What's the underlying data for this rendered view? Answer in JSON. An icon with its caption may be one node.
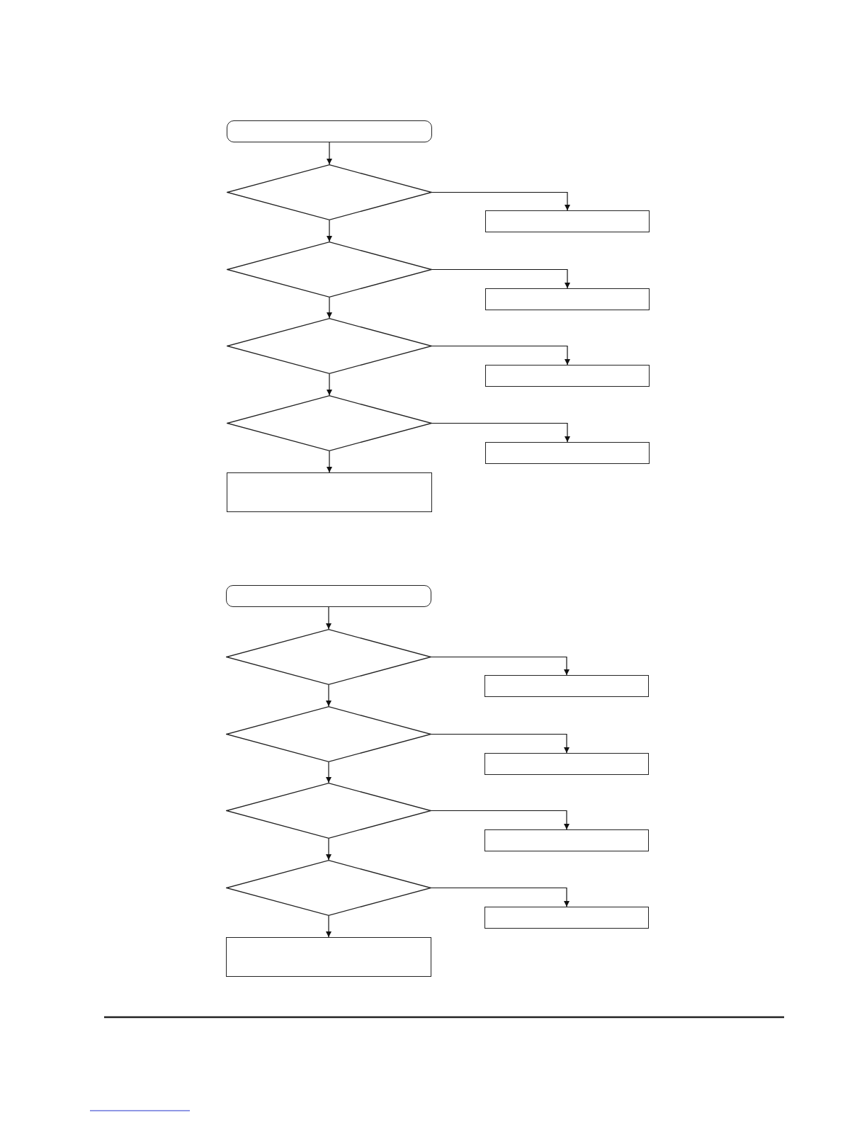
{
  "diagram": {
    "nodes": [
      {
        "text": [],
        "shape": "rounded"
      },
      {
        "text": [],
        "shape": "diamond"
      },
      {
        "text": [],
        "shape": "box"
      },
      {
        "text": [],
        "shape": "diamond"
      },
      {
        "text": [],
        "shape": "box"
      },
      {
        "text": [],
        "shape": "diamond"
      },
      {
        "text": [],
        "shape": "box"
      },
      {
        "text": [],
        "shape": "diamond"
      },
      {
        "text": [],
        "shape": "box"
      },
      {
        "text": [],
        "shape": "box"
      },
      {
        "text": [],
        "shape": "rounded"
      },
      {
        "text": [],
        "shape": "diamond"
      },
      {
        "text": [],
        "shape": "box"
      },
      {
        "text": [],
        "shape": "diamond"
      },
      {
        "text": [],
        "shape": "box"
      },
      {
        "text": [],
        "shape": "diamond"
      },
      {
        "text": [],
        "shape": "box"
      },
      {
        "text": [],
        "shape": "diamond"
      },
      {
        "text": [],
        "shape": "box"
      },
      {
        "text": [],
        "shape": "box"
      }
    ],
    "edges": [
      {
        "from": 0,
        "to": 1,
        "arrow": "to"
      },
      {
        "from": 1,
        "to": 2,
        "arrow": "to"
      },
      {
        "from": 1,
        "to": 3,
        "arrow": "to"
      },
      {
        "from": 3,
        "to": 4,
        "arrow": "to"
      },
      {
        "from": 3,
        "to": 5,
        "arrow": "to"
      },
      {
        "from": 5,
        "to": 6,
        "arrow": "to"
      },
      {
        "from": 5,
        "to": 7,
        "arrow": "to"
      },
      {
        "from": 7,
        "to": 8,
        "arrow": "to"
      },
      {
        "from": 7,
        "to": 9,
        "arrow": "to"
      },
      {
        "from": 10,
        "to": 11,
        "arrow": "to"
      },
      {
        "from": 11,
        "to": 12,
        "arrow": "to"
      },
      {
        "from": 11,
        "to": 13,
        "arrow": "to"
      },
      {
        "from": 13,
        "to": 14,
        "arrow": "to"
      },
      {
        "from": 13,
        "to": 15,
        "arrow": "to"
      },
      {
        "from": 15,
        "to": 16,
        "arrow": "to"
      },
      {
        "from": 15,
        "to": 17,
        "arrow": "to"
      },
      {
        "from": 17,
        "to": 18,
        "arrow": "to"
      },
      {
        "from": 17,
        "to": 19,
        "arrow": "to"
      }
    ]
  }
}
